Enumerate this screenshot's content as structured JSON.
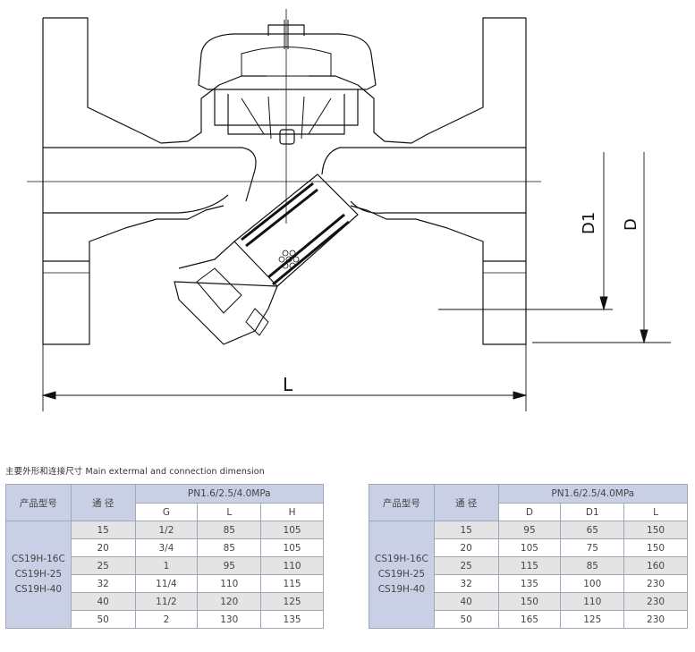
{
  "drawing": {
    "labels": {
      "L": "L",
      "D": "D",
      "D1": "D1"
    }
  },
  "caption": "主要外形和连接尺寸 Main extermal and connection dimension",
  "table1": {
    "model_header": "产品型号",
    "bore_header": "通 径",
    "pressure_header": "PN1.6/2.5/4.0MPa",
    "columns": [
      "G",
      "L",
      "H"
    ],
    "models": [
      "CS19H-16C",
      "CS19H-25",
      "CS19H-40"
    ],
    "rows": [
      [
        "15",
        "1/2",
        "85",
        "105"
      ],
      [
        "20",
        "3/4",
        "85",
        "105"
      ],
      [
        "25",
        "1",
        "95",
        "110"
      ],
      [
        "32",
        "11/4",
        "110",
        "115"
      ],
      [
        "40",
        "11/2",
        "120",
        "125"
      ],
      [
        "50",
        "2",
        "130",
        "135"
      ]
    ]
  },
  "table2": {
    "model_header": "产品型号",
    "bore_header": "通 径",
    "pressure_header": "PN1.6/2.5/4.0MPa",
    "columns": [
      "D",
      "D1",
      "L"
    ],
    "models": [
      "CS19H-16C",
      "CS19H-25",
      "CS19H-40"
    ],
    "rows": [
      [
        "15",
        "95",
        "65",
        "150"
      ],
      [
        "20",
        "105",
        "75",
        "150"
      ],
      [
        "25",
        "115",
        "85",
        "160"
      ],
      [
        "32",
        "135",
        "100",
        "230"
      ],
      [
        "40",
        "150",
        "110",
        "230"
      ],
      [
        "50",
        "165",
        "125",
        "230"
      ]
    ]
  }
}
